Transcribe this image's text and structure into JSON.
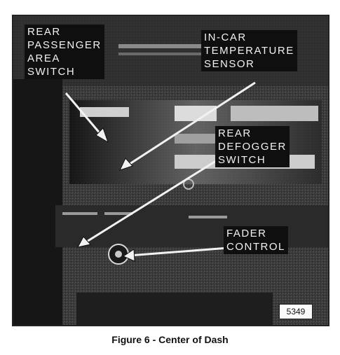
{
  "callouts": {
    "rear_passenger_area_switch": "REAR\nPASSENGER\nAREA\nSWITCH",
    "in_car_temperature_sensor": "IN-CAR\nTEMPERATURE\nSENSOR",
    "rear_defogger_switch": "REAR\nDEFOGGER\nSWITCH",
    "fader_control": "FADER\nCONTROL"
  },
  "figure_number": "5349",
  "caption": "Figure 6 - Center of Dash"
}
